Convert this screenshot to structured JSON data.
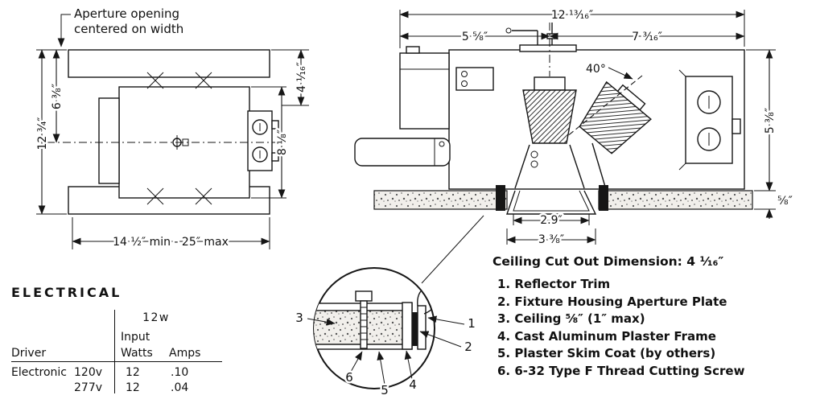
{
  "plan": {
    "note_line1": "Aperture opening",
    "note_line2": "centered on width",
    "dim_height_total": "12 ¾″",
    "dim_height_half": "6 ⅜″",
    "dim_aperture": "4 ¹⁄₁₆″",
    "dim_body": "8 ⅛″",
    "dim_width": "14 ½″ min - 25″ max"
  },
  "section": {
    "dim_total_width": "12 ¹³⁄₁₆″",
    "dim_left": "5 ⅝″",
    "dim_right": "7 ³⁄₁₆″",
    "angle": "40°",
    "dim_height": "5 ⅜″",
    "dim_ceiling": "⅝″",
    "dim_trim_inner": "2.9″",
    "dim_trim_outer": "3 ⅜″"
  },
  "detail": {
    "callouts": [
      "1",
      "2",
      "3",
      "4",
      "5",
      "6"
    ]
  },
  "electrical": {
    "title": "ELECTRICAL",
    "system_watts": "12w",
    "input_label": "Input",
    "header_driver": "Driver",
    "header_watts": "Watts",
    "header_amps": "Amps",
    "rows": [
      {
        "driver": "Electronic",
        "voltage": "120v",
        "watts": "12",
        "amps": ".10"
      },
      {
        "driver": "",
        "voltage": "277v",
        "watts": "12",
        "amps": ".04"
      }
    ]
  },
  "notes": {
    "title": "Ceiling Cut Out Dimension: 4 ¹⁄₁₆″",
    "items": [
      "1. Reflector Trim",
      "2. Fixture Housing Aperture Plate",
      "3. Ceiling ⅝″ (1″ max)",
      "4. Cast Aluminum Plaster Frame",
      "5. Plaster Skim Coat (by others)",
      "6. 6-32 Type F Thread Cutting Screw"
    ]
  }
}
